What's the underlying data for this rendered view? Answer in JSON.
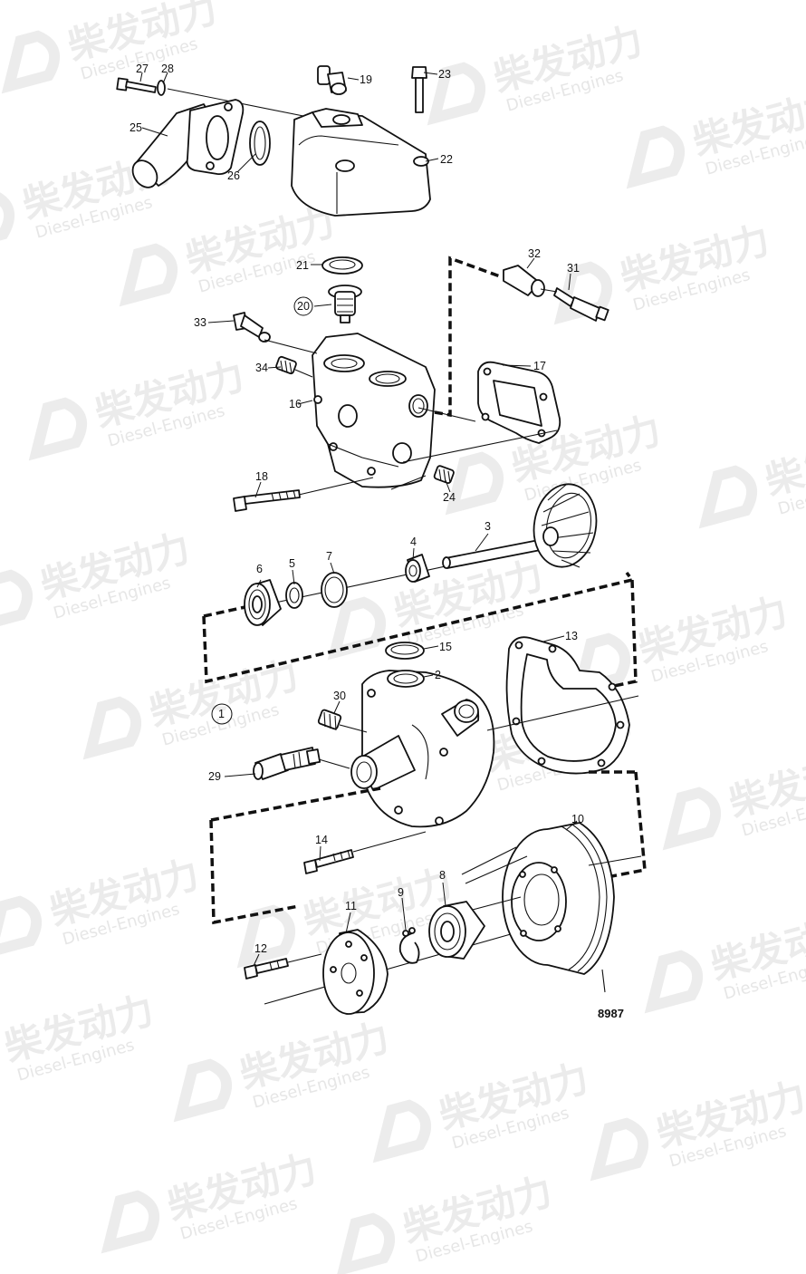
{
  "watermark": {
    "brand": "柴发动力",
    "sub": "Diesel-Engines"
  },
  "drawing_number": "8987",
  "group_marker": "1",
  "callouts": {
    "c1": "27",
    "c2": "28",
    "c3": "19",
    "c4": "23",
    "c5": "25",
    "c6": "26",
    "c7": "22",
    "c8": "21",
    "c9": "20",
    "c10": "33",
    "c11": "32",
    "c12": "31",
    "c13": "34",
    "c14": "17",
    "c15": "16",
    "c16": "18",
    "c17": "24",
    "c18": "3",
    "c19": "4",
    "c20": "7",
    "c21": "5",
    "c22": "6",
    "c23": "13",
    "c24": "15",
    "c25": "2",
    "c26": "30",
    "c27": "29",
    "c28": "14",
    "c29": "10",
    "c30": "8",
    "c31": "9",
    "c32": "11",
    "c33": "12"
  }
}
